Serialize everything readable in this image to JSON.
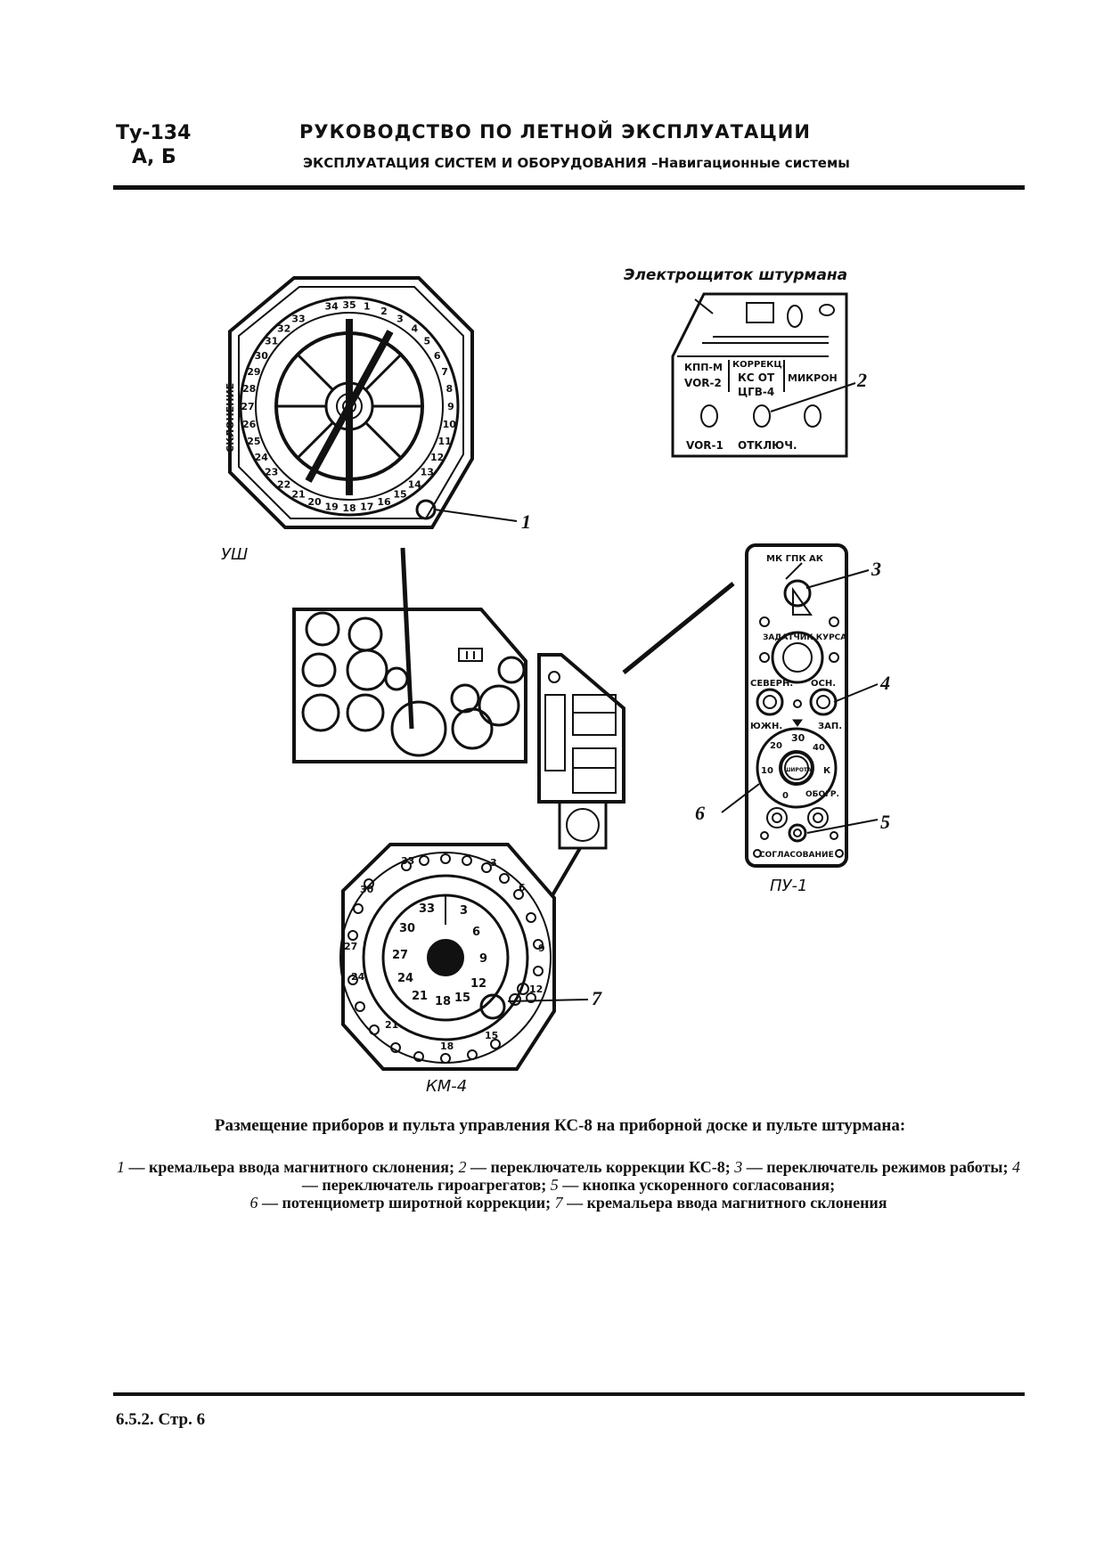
{
  "header": {
    "model_line1": "Ту-134",
    "model_line2": "А, Б",
    "title": "РУКОВОДСТВО ПО ЛЕТНОЙ ЭКСПЛУАТАЦИИ",
    "subtitle": "ЭКСПЛУАТАЦИЯ СИСТЕМ И ОБОРУДОВАНИЯ –Навигационные системы"
  },
  "figure": {
    "labels": {
      "ush": "УШ",
      "pu1": "ПУ-1",
      "km4": "КМ-4",
      "panel_title": "Электрощиток штурмана",
      "skl": "СКЛОНЕНИЕ"
    },
    "panel": {
      "col1_top": "КПП-М",
      "col1_mid": "VOR-2",
      "col2_top": "КОРРЕКЦ.",
      "col2_mid": "КС ОТ",
      "col2_bot": "ЦГВ-4",
      "col3": "МИКРОН",
      "bottom_left": "VOR-1",
      "bottom_mid": "ОТКЛЮЧ."
    },
    "pu1_panel": {
      "mode_labels": "МК ГПК АК",
      "zadatchik": "ЗАДАТЧИК КУРСА",
      "sever": "СЕВЕРН.",
      "osn": "ОСН.",
      "yuzh": "ЮЖН.",
      "zap": "ЗАП.",
      "shirota": "ШИРОТА",
      "obogr": "ОБОГР.",
      "soglas": "СОГЛАСОВАНИЕ",
      "t30": "30",
      "t20": "20",
      "t40": "40",
      "t10": "10",
      "t0": "0",
      "k": "К"
    },
    "callouts": [
      "1",
      "2",
      "3",
      "4",
      "5",
      "6",
      "7"
    ],
    "ush_scale": [
      "34",
      "35",
      "1",
      "2",
      "3",
      "4",
      "5",
      "6",
      "7",
      "8",
      "9",
      "10",
      "11",
      "12",
      "13",
      "14",
      "15",
      "16",
      "17",
      "18",
      "19",
      "20",
      "21",
      "22",
      "23",
      "24",
      "25",
      "26",
      "27",
      "28",
      "29",
      "30",
      "31",
      "32",
      "33"
    ],
    "km4_outer": [
      "33",
      "3",
      "6",
      "9",
      "12",
      "15",
      "18",
      "21",
      "24",
      "27",
      "30"
    ],
    "km4_inner": [
      "33",
      "3",
      "6",
      "9",
      "12",
      "15",
      "18",
      "21",
      "24",
      "27",
      "30"
    ]
  },
  "caption": {
    "title": "Размещение приборов и пульта управления КС-8 на приборной доске и пульте штурмана:",
    "items": [
      {
        "n": "1",
        "text": " — кремальера ввода магнитного склонения; "
      },
      {
        "n": "2",
        "text": " — переключатель коррекции КС-8; "
      },
      {
        "n": "3",
        "text": " — переключатель режимов работы; "
      },
      {
        "n": "4",
        "text": " — переключатель гироагрегатов; "
      },
      {
        "n": "5",
        "text": " — кнопка ускоренного согласования;"
      },
      {
        "n": "6",
        "text": " — потенциометр широтной коррекции; "
      },
      {
        "n": "7",
        "text": " — кремальера ввода магнитного склонения"
      }
    ]
  },
  "footer": {
    "page": "6.5.2. Стр. 6"
  }
}
